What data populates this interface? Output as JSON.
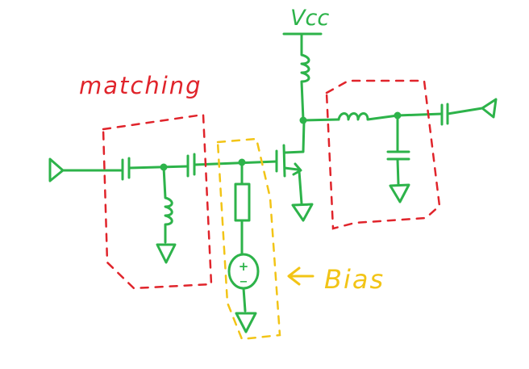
{
  "labels": {
    "vcc": "Vcc",
    "matching": "matching",
    "bias": "Bias",
    "bias_source_plus": "+",
    "bias_source_minus": "−"
  },
  "colors": {
    "circuit": "#2db34a",
    "matching": "#e0242b",
    "bias": "#f2c416",
    "background": "#ffffff"
  }
}
